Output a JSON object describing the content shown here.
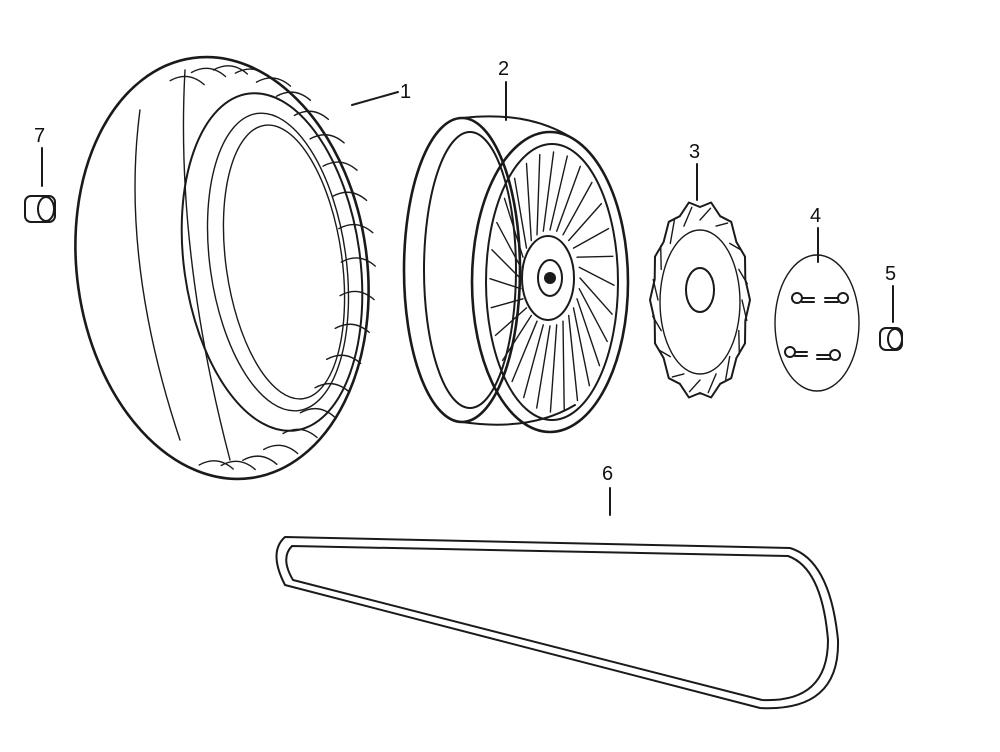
{
  "diagram": {
    "parts": [
      {
        "number": "1",
        "component": "tire"
      },
      {
        "number": "2",
        "component": "wheel-rim"
      },
      {
        "number": "3",
        "component": "brake-disc"
      },
      {
        "number": "4",
        "component": "disc-bolts"
      },
      {
        "number": "5",
        "component": "nut"
      },
      {
        "number": "6",
        "component": "drive-belt"
      },
      {
        "number": "7",
        "component": "spacer-collar"
      }
    ]
  },
  "colors": {
    "ink": "#1a1a1a",
    "background": "#ffffff"
  }
}
